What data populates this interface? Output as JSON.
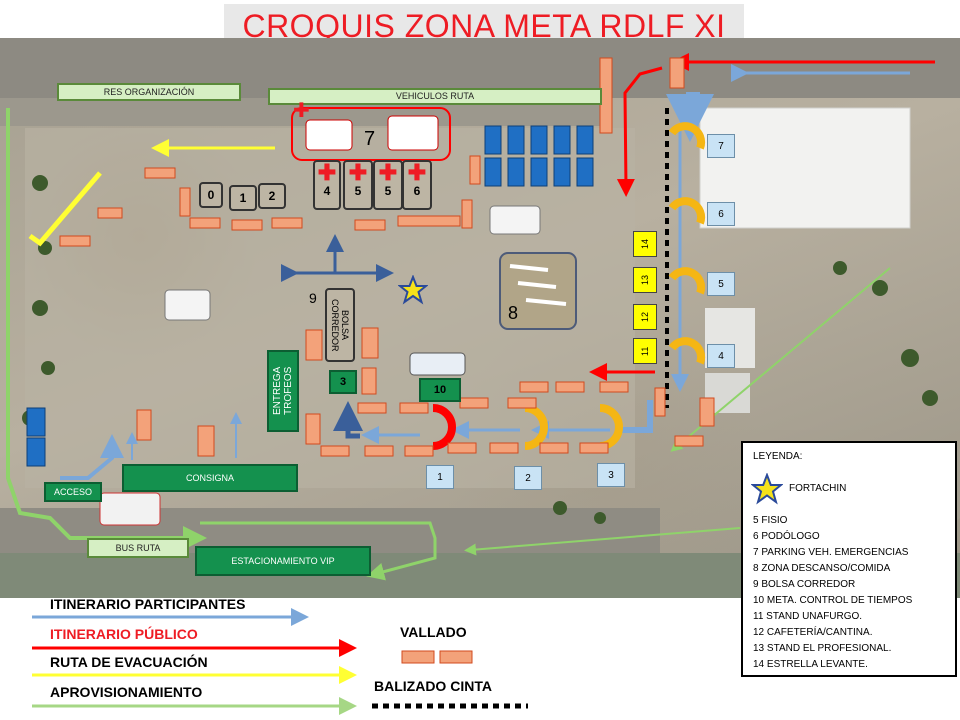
{
  "title": "CROQUIS ZONA META RDLF XI",
  "labels": {
    "res_organizacion": "RES ORGANIZACIÓN",
    "vehiculos_ruta": "VEHICULOS RUTA",
    "consigna": "CONSIGNA",
    "acceso": "ACCESO",
    "bus_ruta": "BUS RUTA",
    "estacionamiento_vip": "ESTACIONAMIENTO VIP",
    "entrega_trofeos": "ENTREGA TROFEOS",
    "bolsa_corredor": "BOLSA CORREDOR"
  },
  "zone_numbers": {
    "parking_7": "7",
    "zone_9": "9",
    "zone_8": "8",
    "box_0": "0",
    "box_1": "1",
    "box_2": "2",
    "box_3": "3",
    "box_10": "10",
    "med_4": "4",
    "med_5a": "5",
    "med_5b": "5",
    "med_6": "6",
    "stand_11": "11",
    "stand_12": "12",
    "stand_13": "13",
    "stand_14": "14",
    "arch_1": "1",
    "arch_2": "2",
    "arch_3": "3",
    "arch_4": "4",
    "arch_5": "5",
    "arch_6": "6",
    "arch_7": "7"
  },
  "legend": {
    "heading": "LEYENDA:",
    "star_label": "FORTACHIN",
    "items": [
      "5 FISIO",
      "6 PODÓLOGO",
      "7 PARKING VEH. EMERGENCIAS",
      "8 ZONA DESCANSO/COMIDA",
      "9 BOLSA CORREDOR",
      "10 META.  CONTROL DE TIEMPOS",
      "11 STAND  UNAFURGO.",
      "12 CAFETERÍA/CANTINA.",
      "13 STAND  EL PROFESIONAL.",
      "14 ESTRELLA  LEVANTE."
    ]
  },
  "route_legend": {
    "participantes": "ITINERARIO PARTICIPANTES",
    "publico": "ITINERARIO PÚBLICO",
    "evacuacion": "RUTA DE EVACUACIÓN",
    "aprovisionamiento": "APROVISIONAMIENTO",
    "vallado": "VALLADO",
    "balizado": "BALIZADO CINTA"
  },
  "colors": {
    "participantes": "#7ba7d9",
    "publico": "#ff0000",
    "evacuacion": "#ffff33",
    "aprovisionamiento": "#a6d785",
    "title_red": "#ee1c24",
    "label_green": "#14914e",
    "fortachin_star": "#f5e21a",
    "medical_cross": "#ee1c24"
  }
}
